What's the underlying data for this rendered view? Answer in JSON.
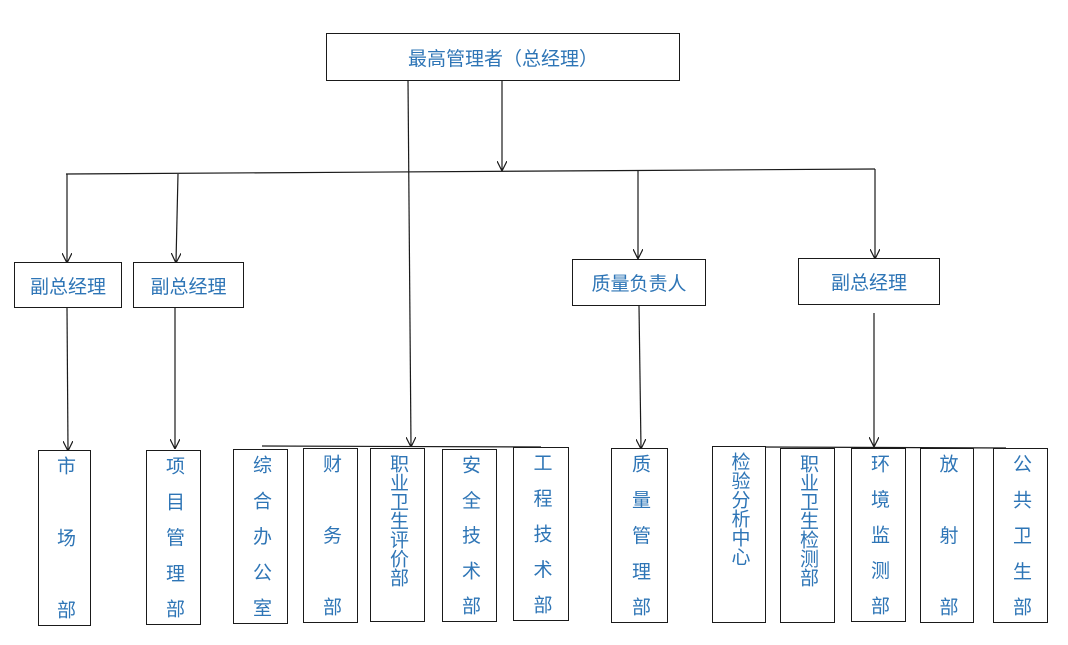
{
  "colors": {
    "text": "#2e75b6",
    "lines": "#1a1a1a",
    "background": "#ffffff"
  },
  "top": "最高管理者（总经理）",
  "level2": {
    "vp1": "副总经理",
    "vp2": "副总经理",
    "quality": "质量负责人",
    "vp3": "副总经理"
  },
  "departments": {
    "market": "市场部",
    "project": "项目管理部",
    "office": "综合办公室",
    "finance": "财务部",
    "oh_eval": "职业卫生评价部",
    "safety": "安全技术部",
    "engineering": "工程技术部",
    "quality_mgmt": "质量管理部",
    "lab": "检验分析中心",
    "oh_test": "职业卫生检测部",
    "env": "环境监测部",
    "radiation": "放射部",
    "public_health": "公共卫生部"
  }
}
